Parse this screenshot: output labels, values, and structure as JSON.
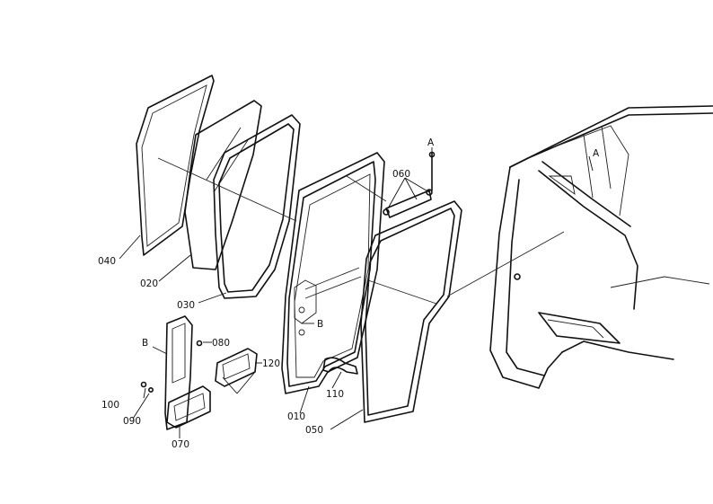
{
  "callouts": {
    "p010": "010",
    "p020": "020",
    "p030": "030",
    "p040": "040",
    "p050": "050",
    "p060": "060",
    "p070": "070",
    "p080": "080",
    "p090": "090",
    "p100": "100",
    "p110": "110",
    "p120": "120",
    "refA1": "A",
    "refA2": "A",
    "refB1": "B",
    "refB2": "B"
  }
}
